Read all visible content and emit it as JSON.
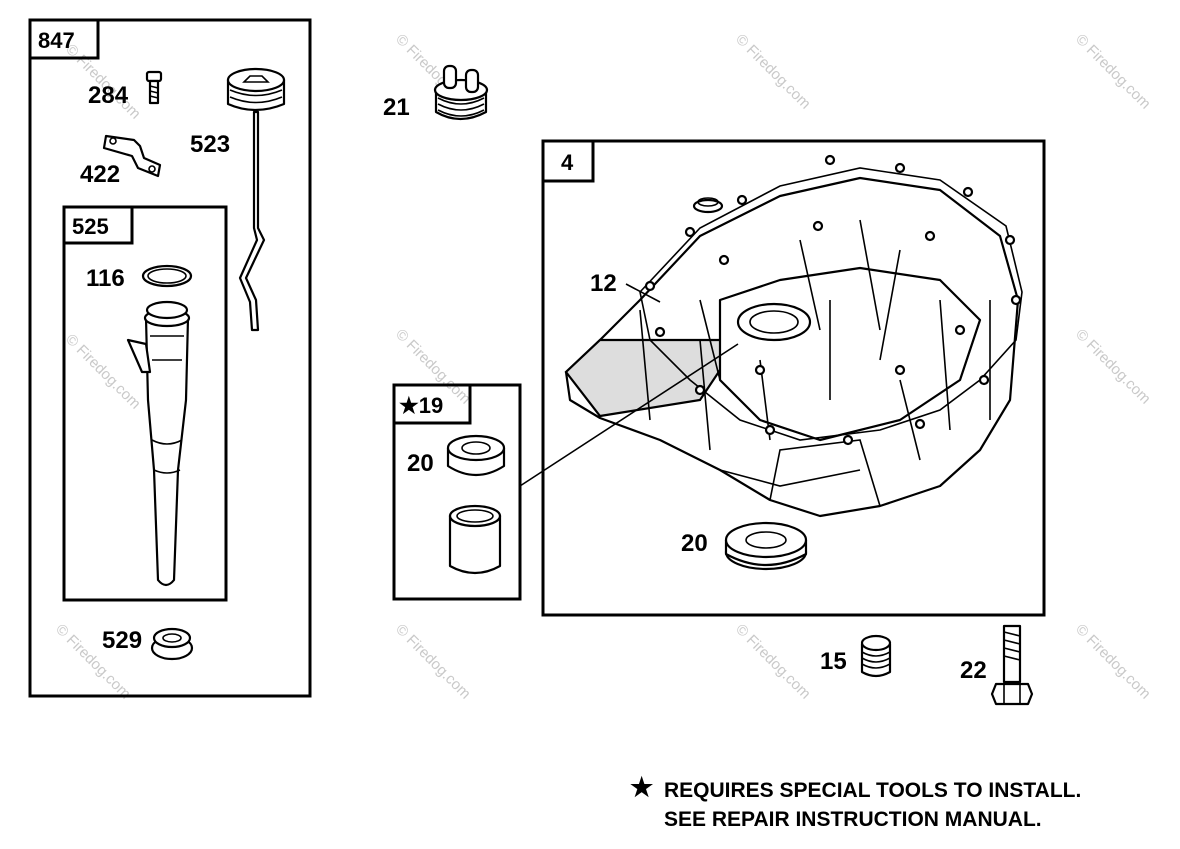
{
  "groups": {
    "dipstick_kit": {
      "label": "847"
    },
    "tube_assembly": {
      "label": "525"
    },
    "sump": {
      "label": "4"
    },
    "bushing_kit": {
      "label": "★19"
    }
  },
  "parts": {
    "p284": "284",
    "p422": "422",
    "p523": "523",
    "p116": "116",
    "p529": "529",
    "p21": "21",
    "p12": "12",
    "p20a": "20",
    "p20b": "20",
    "p15": "15",
    "p22": "22"
  },
  "footnote": {
    "star": "★",
    "line1": "REQUIRES SPECIAL TOOLS TO INSTALL.",
    "line2": "SEE REPAIR INSTRUCTION MANUAL."
  },
  "watermark": "© Firedog.com",
  "colors": {
    "ink": "#000000",
    "watermark": "#c9c9c9"
  }
}
